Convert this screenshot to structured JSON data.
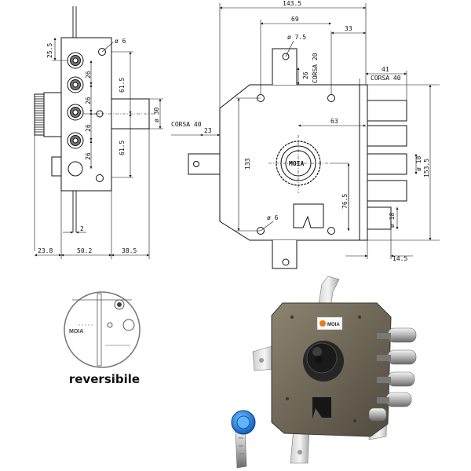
{
  "side_view": {
    "dims": {
      "top": "25.5",
      "hole": "ø 6",
      "pitch_1": "26",
      "pitch_2": "26",
      "pitch_3": "26",
      "pitch_4": "26",
      "upper_half": "61.5",
      "lower_half": "61.5",
      "spindle": "ø 30",
      "offset": "2",
      "width_left": "23.8",
      "width_mid": "50.2",
      "width_right": "38.5"
    }
  },
  "front_view": {
    "dims": {
      "overall_width": "143.5",
      "cyl_to_edge": "69",
      "edge_gap": "33",
      "hole_top": "ø 7.5",
      "corsa_top_a": "26",
      "corsa_top_b": "CORSA 20",
      "bolt_len": "41",
      "corsa_bolt": "CORSA 40",
      "corsa_left": "CORSA 40",
      "left_tab": "23",
      "backset": "63",
      "height": "133",
      "bolt_dia": "ø 18",
      "overall_height": "153.5",
      "bottom_off": "76.5",
      "hole_bottom": "ø 6",
      "latch_dia": "ø 18",
      "latch_len": "14.5"
    }
  },
  "detail": {
    "brand": "MOIA",
    "caption": "reversibile"
  },
  "product": {
    "brand": "MOIA"
  }
}
